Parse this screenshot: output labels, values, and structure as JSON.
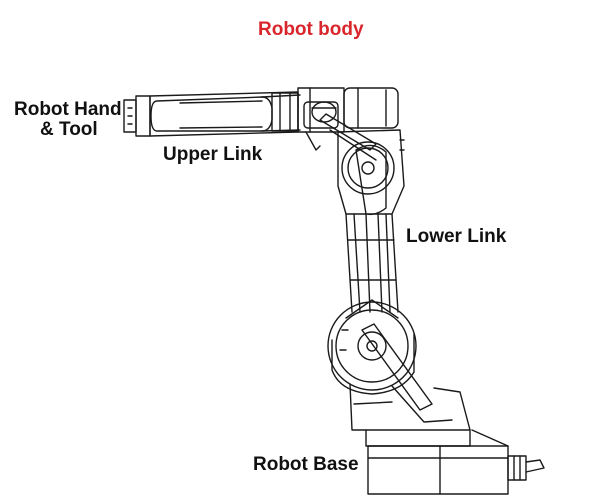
{
  "title": "Robot body",
  "labels": {
    "hand_line1": "Robot Hand",
    "hand_line2": "& Tool",
    "upper_link": "Upper Link",
    "lower_link": "Lower Link",
    "base": "Robot Base"
  },
  "colors": {
    "title": "#d9262c",
    "label": "#111111",
    "line_art": "#1a1a1a",
    "background": "#ffffff"
  }
}
